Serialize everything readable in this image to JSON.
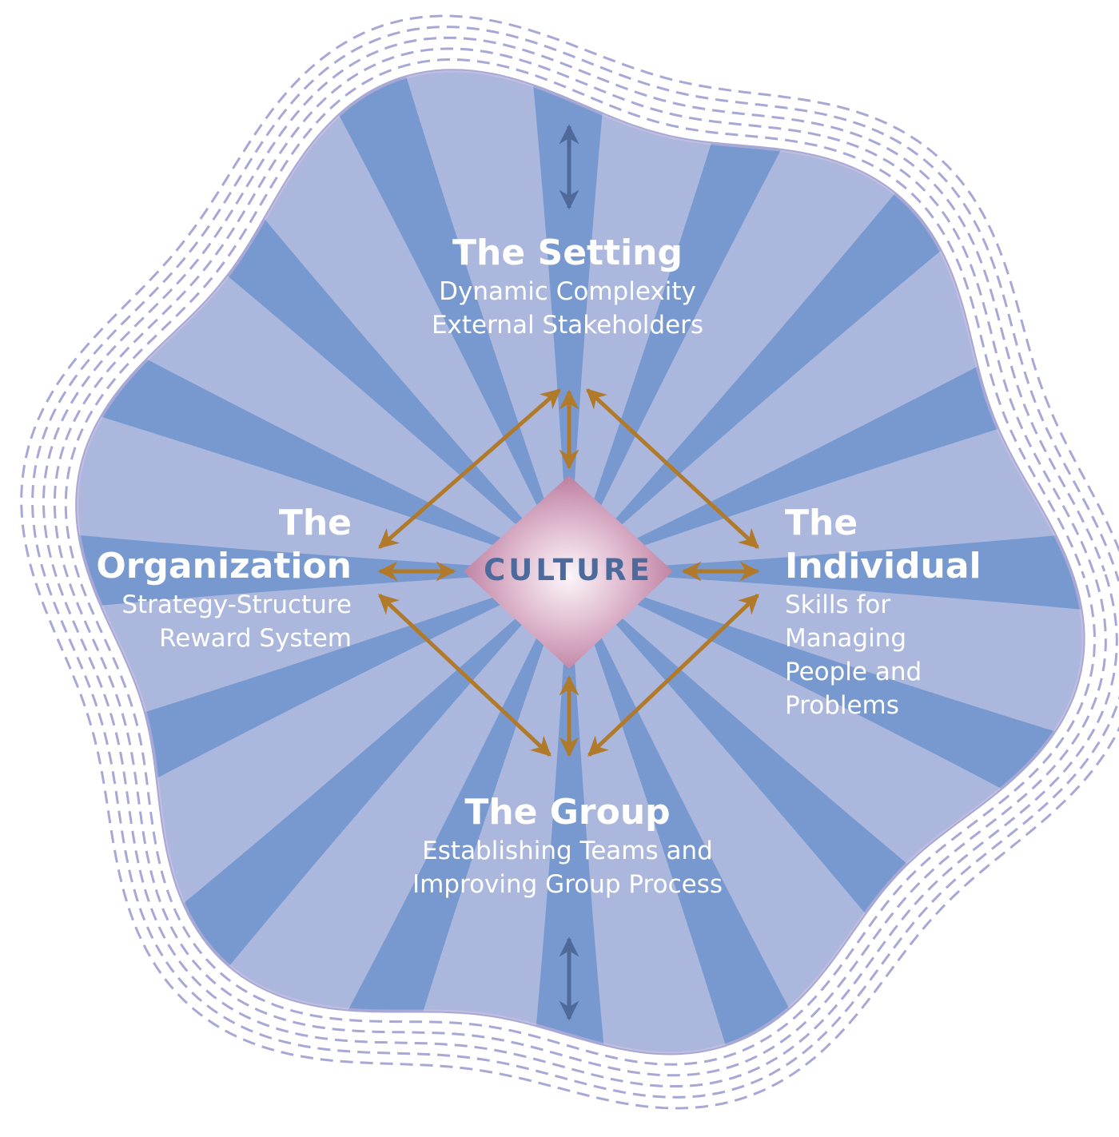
{
  "colors": {
    "background": "#ffffff",
    "blob_fill": "#7799cf",
    "petal_light": "#d8d0ea",
    "dash_color": "#a8a8d6",
    "diamond_edge": "#b9789c",
    "diamond_center": "#f6eef4",
    "culture_text": "#4d6a9c",
    "connector_arrow": "#b07a2a",
    "outer_arrow": "#4f6a9a",
    "label_text": "#ffffff"
  },
  "center": {
    "label": "CULTURE"
  },
  "nodes": {
    "setting": {
      "title": "The Setting",
      "lines": [
        "Dynamic Complexity",
        "External Stakeholders"
      ]
    },
    "organization": {
      "title_lines": [
        "The",
        "Organization"
      ],
      "lines": [
        "Strategy-Structure",
        "Reward System"
      ]
    },
    "individual": {
      "title_lines": [
        "The",
        "Individual"
      ],
      "lines": [
        "Skills for",
        "Managing",
        "People and",
        "Problems"
      ]
    },
    "group": {
      "title": "The Group",
      "lines": [
        "Establishing Teams and",
        "Improving Group Process"
      ]
    }
  },
  "connections": [
    {
      "from": "culture",
      "to": "setting",
      "type": "bidirectional"
    },
    {
      "from": "culture",
      "to": "organization",
      "type": "bidirectional"
    },
    {
      "from": "culture",
      "to": "individual",
      "type": "bidirectional"
    },
    {
      "from": "culture",
      "to": "group",
      "type": "bidirectional"
    },
    {
      "from": "setting",
      "to": "organization",
      "type": "bidirectional"
    },
    {
      "from": "setting",
      "to": "individual",
      "type": "bidirectional"
    },
    {
      "from": "group",
      "to": "organization",
      "type": "bidirectional"
    },
    {
      "from": "group",
      "to": "individual",
      "type": "bidirectional"
    },
    {
      "from": "setting",
      "to": "environment",
      "type": "bidirectional"
    },
    {
      "from": "group",
      "to": "environment",
      "type": "bidirectional"
    }
  ]
}
